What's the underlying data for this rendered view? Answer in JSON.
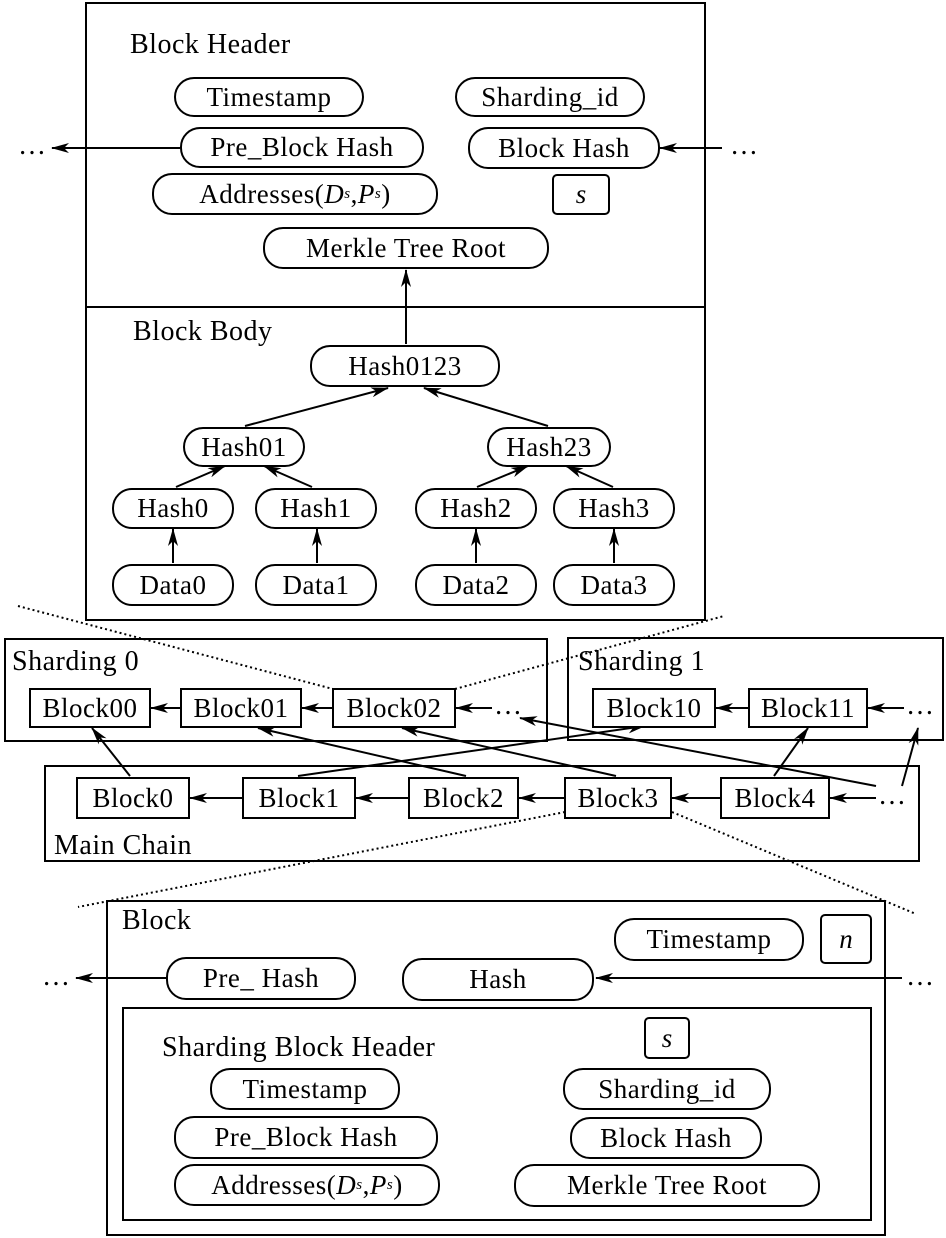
{
  "block_header": {
    "title": "Block Header",
    "timestamp": "Timestamp",
    "pre_block_hash": "Pre_Block Hash",
    "addresses_prefix": "Addresses(",
    "addr_d": "D",
    "addr_p": "P",
    "sub_s": "s",
    "addresses_suffix": ")",
    "merkle_root": "Merkle Tree Root",
    "sharding_id": "Sharding_id",
    "block_hash": "Block Hash",
    "s_label": "s",
    "left_dots": "…",
    "right_dots": "…"
  },
  "block_body": {
    "title": "Block Body",
    "hash0123": "Hash0123",
    "hash01": "Hash01",
    "hash23": "Hash23",
    "hash0": "Hash0",
    "hash1": "Hash1",
    "hash2": "Hash2",
    "hash3": "Hash3",
    "data0": "Data0",
    "data1": "Data1",
    "data2": "Data2",
    "data3": "Data3"
  },
  "sharding0": {
    "title": "Sharding 0",
    "blocks": [
      "Block00",
      "Block01",
      "Block02"
    ],
    "dots": "…"
  },
  "sharding1": {
    "title": "Sharding 1",
    "blocks": [
      "Block10",
      "Block11"
    ],
    "dots": "…"
  },
  "main_chain": {
    "title": "Main Chain",
    "blocks": [
      "Block0",
      "Block1",
      "Block2",
      "Block3",
      "Block4"
    ],
    "dots": "…"
  },
  "block": {
    "title": "Block",
    "timestamp": "Timestamp",
    "n_label": "n",
    "pre_hash": "Pre_ Hash",
    "hash": "Hash",
    "left_dots": "…",
    "right_dots": "…"
  },
  "sharding_block_header": {
    "title": "Sharding Block Header",
    "timestamp": "Timestamp",
    "pre_block_hash": "Pre_Block Hash",
    "addresses_prefix": "Addresses(",
    "addr_d": "D",
    "addr_p": "P",
    "sub_s": "s",
    "addresses_suffix": ")",
    "s_label": "s",
    "sharding_id": "Sharding_id",
    "block_hash": "Block Hash",
    "merkle_root": "Merkle Tree Root"
  }
}
